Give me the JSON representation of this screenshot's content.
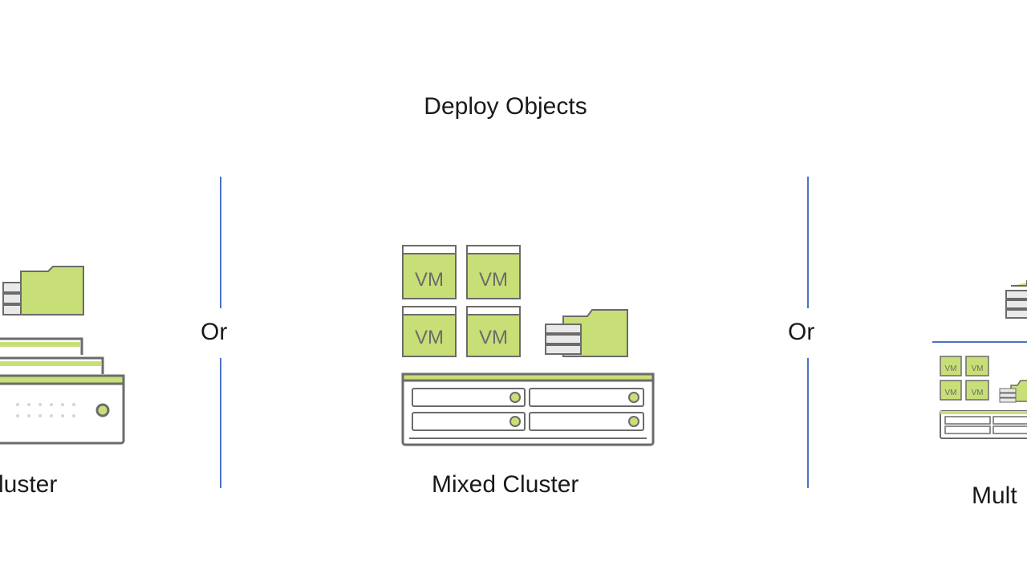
{
  "title": "Deploy Objects",
  "separators": [
    "Or",
    "Or"
  ],
  "left_panel": {
    "label": "luster"
  },
  "center_panel": {
    "label": "Mixed Cluster",
    "vm_label": "VM"
  },
  "right_panel": {
    "label": "Mult",
    "vm_label": "VM"
  },
  "colors": {
    "accent_green": "#c8df78",
    "outline_gray": "#6b6b6b",
    "divider_blue": "#4a72c8"
  }
}
